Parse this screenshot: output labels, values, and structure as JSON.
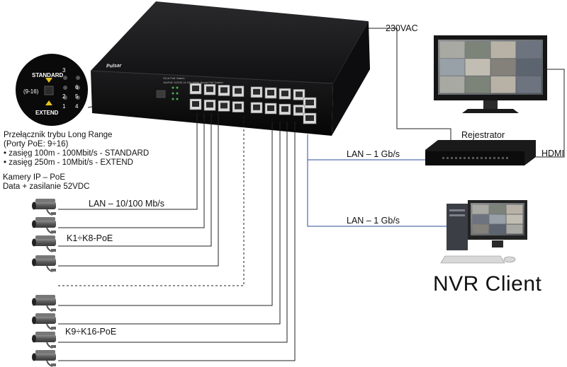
{
  "labels": {
    "power": "230VAC",
    "recorder": "Rejestrator",
    "hdmi": "HDMI",
    "lan_recorder": "LAN – 1 Gb/s",
    "lan_client": "LAN – 1 Gb/s",
    "nvr_client": "NVR Client",
    "lan_camera": "LAN – 10/100 Mb/s",
    "group_a": "K1÷K8-PoE",
    "group_b": "K9÷K16-PoE"
  },
  "mode_switch": {
    "title": "Przełącznik trybu Long Range",
    "subtitle": "(Porty PoE: 9÷16)",
    "line1": "• zasięg 100m - 100Mbit/s - STANDARD",
    "line2": "• zasięg 250m - 10Mbit/s - EXTEND"
  },
  "cameras_info": {
    "line1": "Kamery IP – PoE",
    "line2": "Data + zasilanie 52VDC"
  },
  "zoom_inset": {
    "standard": "STANDARD",
    "extend": "EXTEND",
    "range": "(9-16)",
    "leds": [
      "3",
      "2",
      "1",
      "6",
      "5",
      "4"
    ]
  },
  "switch_device": {
    "brand": "Pulsar",
    "model_line1": "S116  PoE Switch",
    "model_line2": "16xPoE 10/100 2x Gb Uplink Smart PoE Switch"
  }
}
